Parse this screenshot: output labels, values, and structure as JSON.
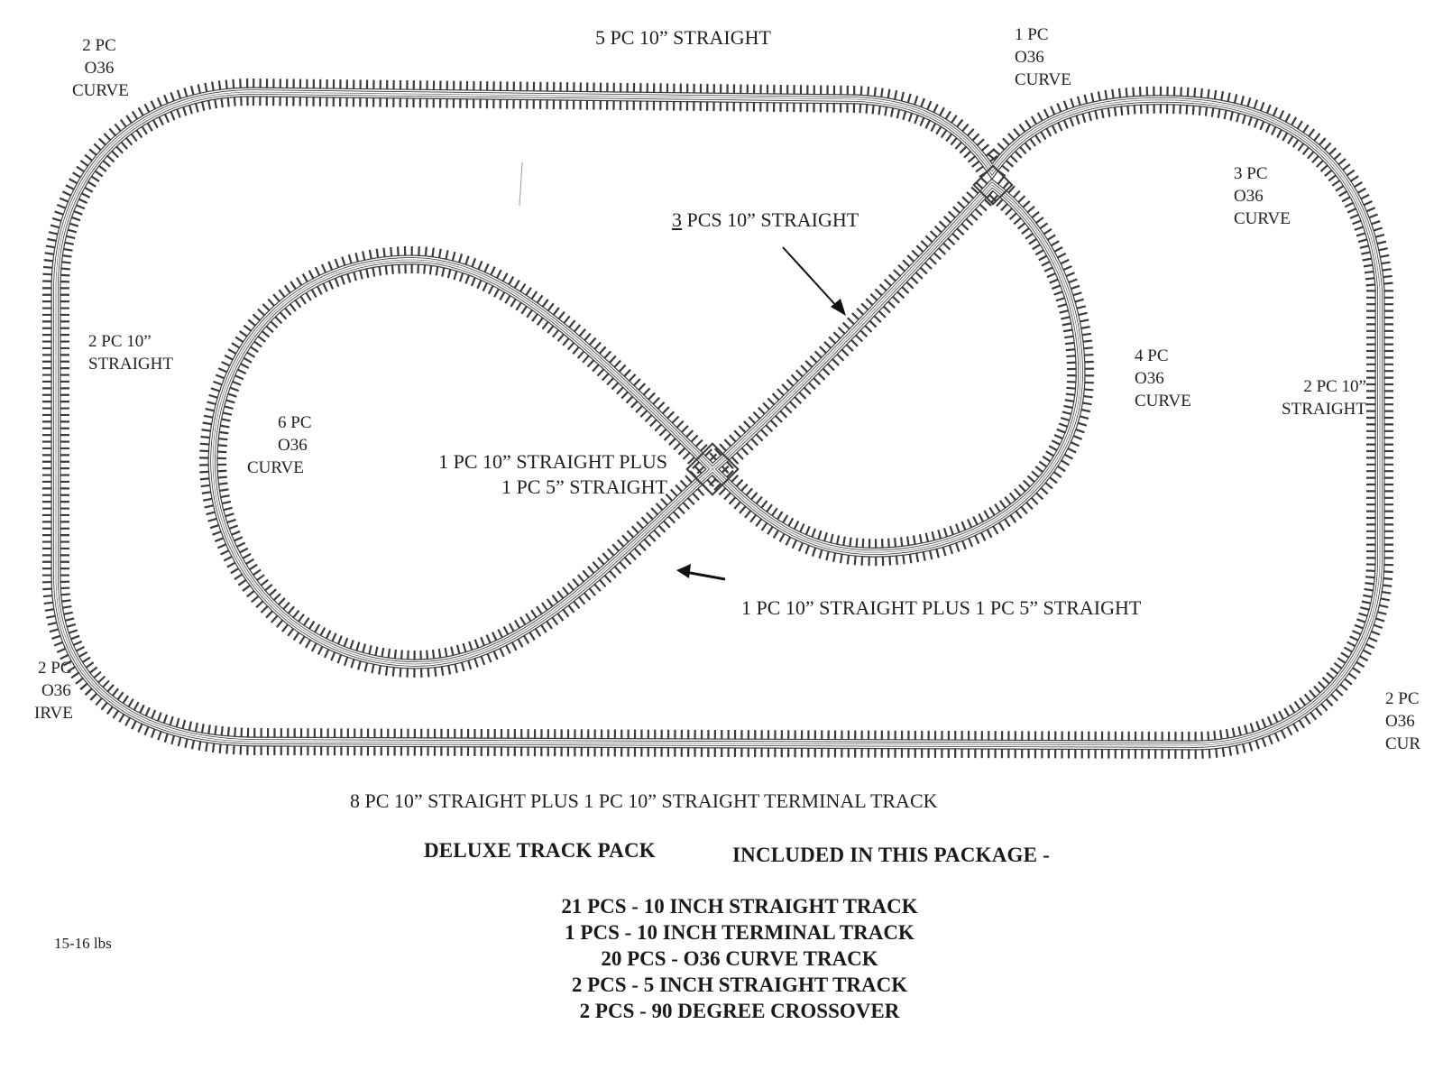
{
  "labels": {
    "top_left_curve": [
      "2 PC",
      "O36",
      "CURVE"
    ],
    "top_straight": "5 PC 10” STRAIGHT",
    "top_center_curve": [
      "1 PC",
      "O36",
      "CURVE"
    ],
    "right_top_curve": [
      "3 PC",
      "O36",
      "CURVE"
    ],
    "diagonal_straight_prefix": "3",
    "diagonal_straight_rest": " PCS 10”  STRAIGHT",
    "left_straight": [
      "2 PC 10”",
      "STRAIGHT"
    ],
    "middle_curve": [
      "4 PC",
      "O36",
      "CURVE"
    ],
    "right_straight": [
      "2 PC 10”",
      "STRAIGHT"
    ],
    "inner_left_curve": [
      "6 PC",
      "O36",
      "CURVE"
    ],
    "center_straights": [
      "1 PC 10” STRAIGHT PLUS",
      "1 PC 5” STRAIGHT"
    ],
    "lower_diagonal": "1 PC 10” STRAIGHT PLUS 1 PC 5” STRAIGHT",
    "bottom_left_curve": [
      "2 PC",
      "O36",
      "IRVE"
    ],
    "bottom_right_curve": [
      "2 PC",
      "O36",
      "CUR"
    ],
    "bottom_straight": "8 PC 10” STRAIGHT PLUS 1 PC 10” STRAIGHT TERMINAL TRACK"
  },
  "package": {
    "name": "DELUXE TRACK PACK",
    "included": "INCLUDED IN THIS PACKAGE -",
    "items": [
      "21 PCS - 10 INCH STRAIGHT TRACK",
      "1 PCS - 10 INCH TERMINAL TRACK",
      "20 PCS - O36 CURVE TRACK",
      "2 PCS - 5 INCH STRAIGHT TRACK",
      "2 PCS - 90 DEGREE CROSSOVER"
    ]
  },
  "weight": "15-16 lbs",
  "colors": {
    "ink": "#1a1a1a",
    "track": "#3a3a3a"
  }
}
